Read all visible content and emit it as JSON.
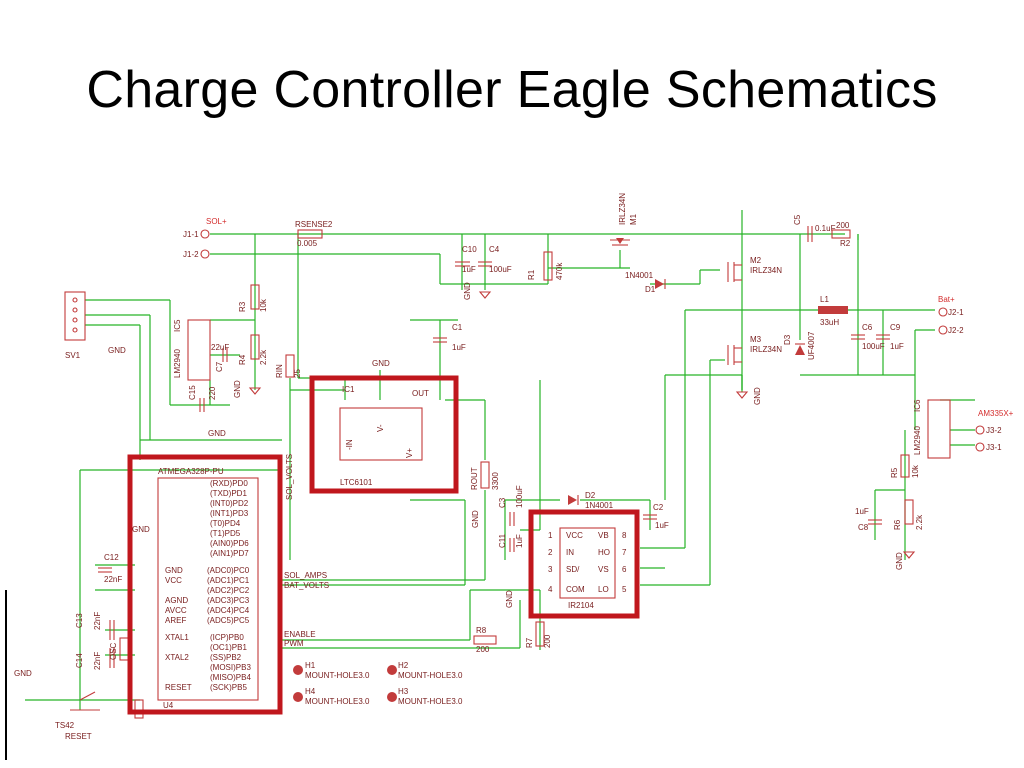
{
  "title": "Charge Controller Eagle Schematics",
  "labels": {
    "sol_plus": "SOL+",
    "j1_1": "J1-1",
    "j1_2": "J1-2",
    "rsense": "RSENSE2",
    "rsense_val": "0.005",
    "c10": "C10",
    "c10_val": "1uF",
    "c4": "C4",
    "c4_val": "100uF",
    "gnd": "GND",
    "r1": "R1",
    "r1_val": "470k",
    "irlz_top": "IRLZ34N",
    "m1": "M1",
    "c5": "C5",
    "c5_val": "0.1uF",
    "r2_val": "200",
    "r2": "R2",
    "m2": "M2",
    "m2_val": "IRLZ34N",
    "diode_1n4001": "1N4001",
    "d1": "D1",
    "l1": "L1",
    "l1_val": "33uH",
    "d3": "D3",
    "d3_val": "UF4007",
    "c6": "C6",
    "c6_val": "100uF",
    "c9": "C9",
    "c9_val": "1uF",
    "bat_plus": "Bat+",
    "j2_1": "J2-1",
    "j2_2": "J2-2",
    "m3": "M3",
    "m3_val": "IRLZ34N",
    "sv1": "SV1",
    "ic5": "IC5",
    "lm_top": "LM2940",
    "r3": "R3",
    "r3_val": "10k",
    "r4": "R4",
    "r4_val": "2.2k",
    "c7": "C7",
    "c7_val": "22uF",
    "c15": "C15",
    "c15_val": "220",
    "c1": "C1",
    "c1_val": "1uF",
    "rin": "RIN",
    "rin_val": "25",
    "ic1": "IC1",
    "ic1_name": "LTC6101",
    "ic1_inn": "-IN",
    "ic1_v": "V-",
    "ic1_out": "OUT",
    "ic1_vp": "V+",
    "sol_volts": "SOL_VOLTS",
    "rout": "ROUT",
    "rout_val": "3300",
    "c3": "C3",
    "c3_val": "100uF",
    "c11": "C11",
    "c11_val": "1uF",
    "d2": "D2",
    "d2_val": "1N4001",
    "c2": "C2",
    "c2_val": "1uF",
    "ir_name": "IR2104",
    "ir_pins": [
      "VCC",
      "IN",
      "SD/",
      "COM",
      "VB",
      "HO",
      "VS",
      "LO"
    ],
    "ir_nums": [
      "1",
      "2",
      "3",
      "4",
      "8",
      "7",
      "6",
      "5"
    ],
    "r5": "R5",
    "r6": "R6",
    "r6_val": "2.2k",
    "r5_val": "10k",
    "c8": "C8",
    "c8_val": "1uF",
    "ic6": "IC6",
    "lm_right": "LM2940",
    "am335": "AM335X+",
    "j3_1": "J3-1",
    "j3_2": "J3-2",
    "atmega": "ATMEGA328P-PU",
    "u4": "U4",
    "mcu_left": [
      "GND",
      "VCC",
      "AGND",
      "AVCC",
      "AREF",
      "XTAL1",
      "XTAL2",
      "RESET"
    ],
    "mcu_right": [
      "(RXD)PD0",
      "(TXD)PD1",
      "(INT0)PD2",
      "(INT1)PD3",
      "(T0)PD4",
      "(T1)PD5",
      "(AIN0)PD6",
      "(AIN1)PD7",
      "(ADC0)PC0",
      "(ADC1)PC1",
      "(ADC2)PC2",
      "(ADC3)PC3",
      "(ADC4)PC4",
      "(ADC5)PC5",
      "(ICP)PB0",
      "(OC1)PB1",
      "(SS)PB2",
      "(MOSI)PB3",
      "(MISO)PB4",
      "(SCK)PB5"
    ],
    "sol_amps": "SOL_AMPS",
    "bat_volts": "BAT_VOLTS",
    "enable": "ENABLE",
    "pwm": "PWM",
    "r8": "R8",
    "r8_val": "200",
    "r7": "R7",
    "r7_val": "200",
    "c12": "C12",
    "c12_val": "22nF",
    "c13": "C13",
    "c13_val": "22nF",
    "c14": "C14",
    "c14_val": "22nF",
    "osc": "OSC",
    "ts42": "TS42",
    "reset": "RESET",
    "h1": "H1",
    "h2": "H2",
    "h3": "H3",
    "h4": "H4",
    "mount_hole": "MOUNT-HOLE3.0"
  },
  "colors": {
    "wire": "#27b327",
    "part": "#c23b3b",
    "highlight": "#c0171d"
  }
}
